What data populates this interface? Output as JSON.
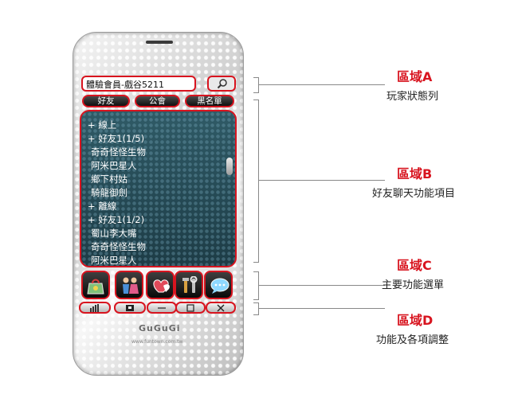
{
  "status_bar": {
    "text": "體驗會員-戲谷5211",
    "search_icon": "search-icon"
  },
  "tabs": [
    {
      "label": "好友"
    },
    {
      "label": "公會"
    },
    {
      "label": "黑名單"
    }
  ],
  "friend_list": [
    {
      "text": "+ 線上"
    },
    {
      "text": "+ 好友1(1/5)"
    },
    {
      "text": "奇奇怪怪生物"
    },
    {
      "text": "阿米巴星人"
    },
    {
      "text": "鄉下村姑"
    },
    {
      "text": "騎龍御劍"
    },
    {
      "text": "+ 離線"
    },
    {
      "text": "+ 好友1(1/2)"
    },
    {
      "text": "蜀山李大嘴"
    },
    {
      "text": "奇奇怪怪生物"
    },
    {
      "text": "阿米巴星人"
    }
  ],
  "main_menu_icons": [
    "shop-bag-icon",
    "people-icon",
    "heart-icon",
    "tools-icon",
    "chat-bubble-icon"
  ],
  "controls": [
    {
      "icon": "volume-icon"
    },
    {
      "icon": "window-icon"
    },
    {
      "icon": "minimize-icon",
      "label": "─"
    },
    {
      "icon": "maximize-icon",
      "label": "□"
    },
    {
      "icon": "close-icon",
      "label": "✕"
    }
  ],
  "branding": {
    "name": "GuGuGi",
    "url": "www.funtown.com.tw"
  },
  "regions": [
    {
      "title": "區域A",
      "desc": "玩家狀態列"
    },
    {
      "title": "區域B",
      "desc": "好友聊天功能項目"
    },
    {
      "title": "區域C",
      "desc": "主要功能選單"
    },
    {
      "title": "區域D",
      "desc": "功能及各項調整"
    }
  ],
  "colors": {
    "highlight": "#d8141f",
    "list_bg": "#2f5a66"
  }
}
